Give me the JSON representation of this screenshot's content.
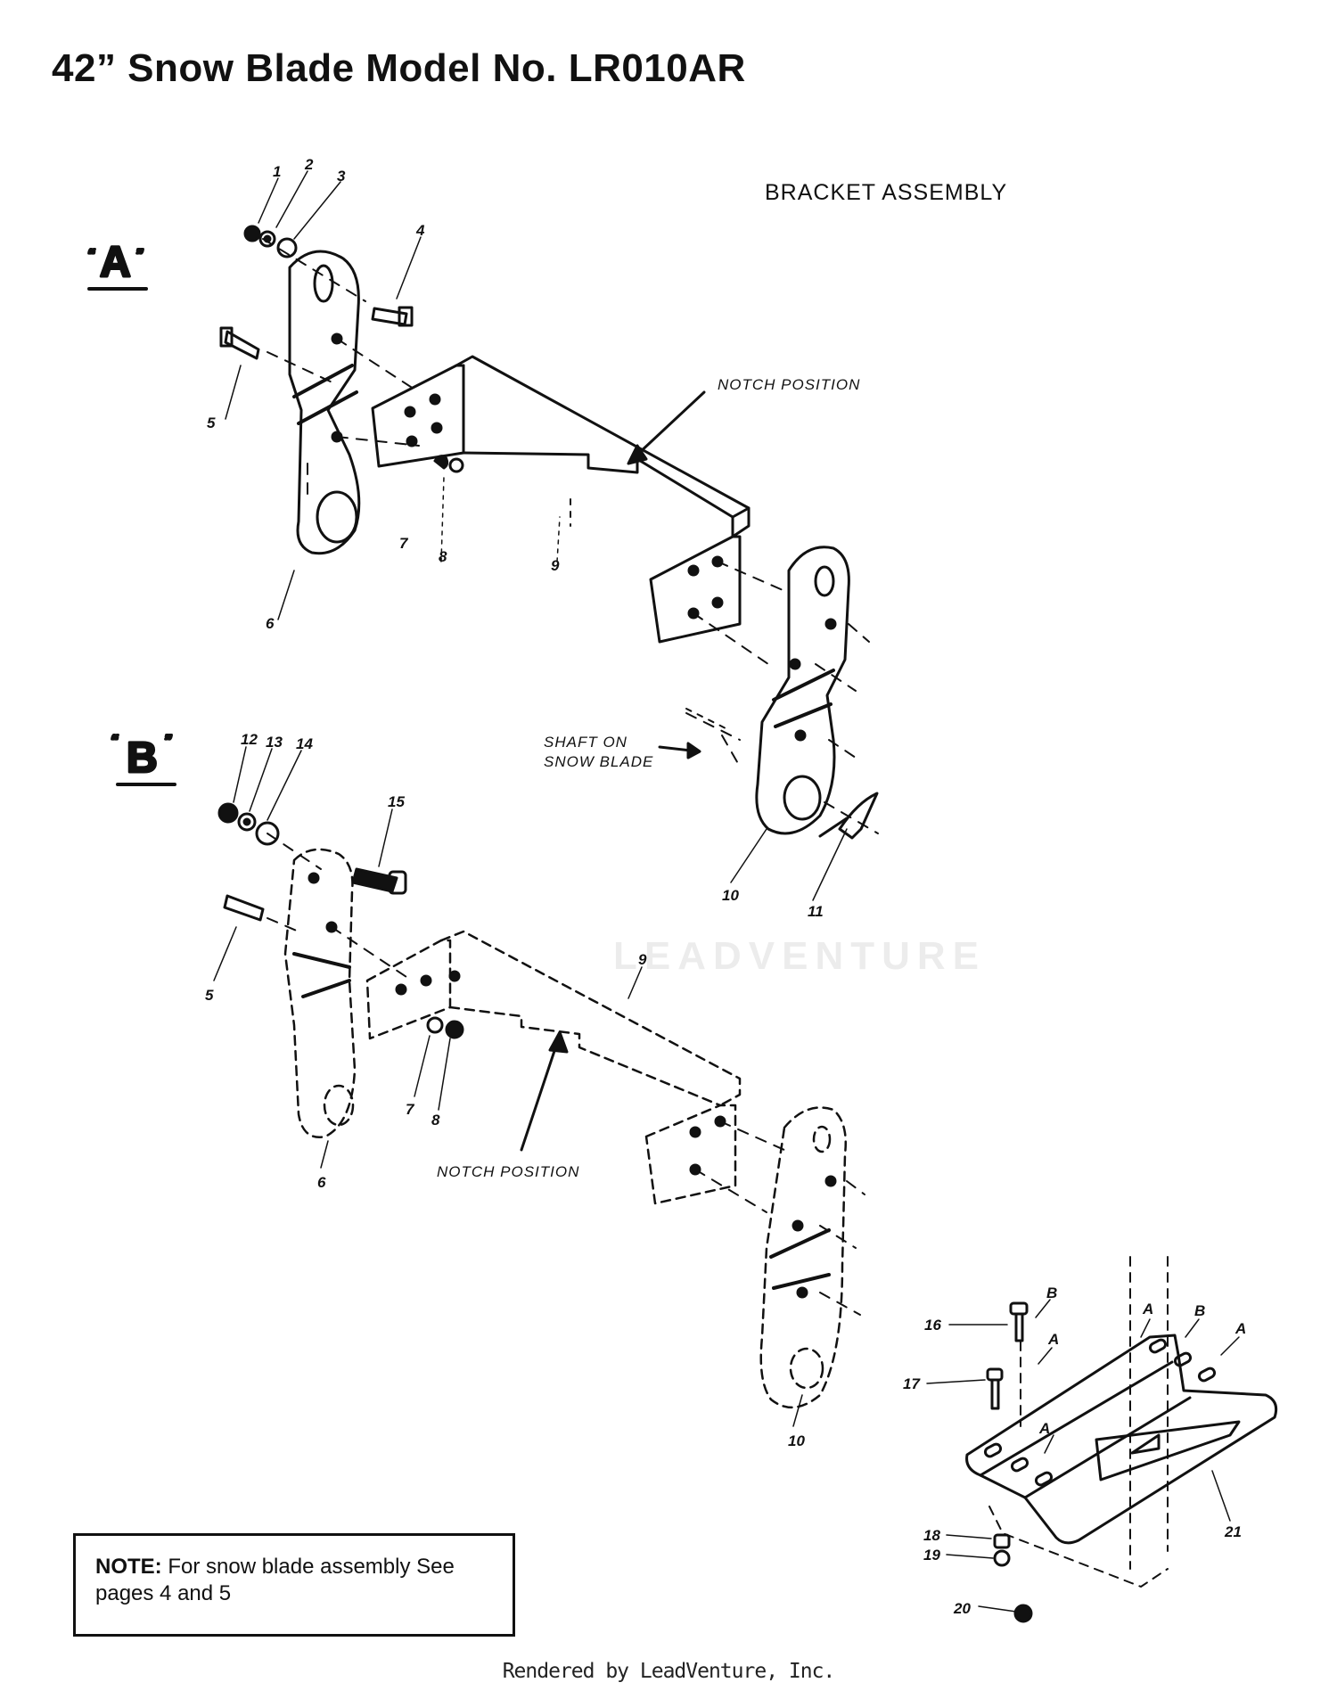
{
  "title": "42” Snow Blade Model No. LR010AR",
  "section_heading": "BRACKET ASSEMBLY",
  "views": [
    {
      "label": "A",
      "quote_open": "“",
      "quote_close": "”"
    },
    {
      "label": "B",
      "quote_open": "“",
      "quote_close": "”"
    }
  ],
  "callouts": {
    "notch_position_a": "NOTCH POSITION",
    "notch_position_b": "NOTCH POSITION",
    "shaft_line1": "SHAFT ON",
    "shaft_line2": "SNOW BLADE"
  },
  "part_numbers_a": [
    "1",
    "2",
    "3",
    "4",
    "5",
    "6",
    "7",
    "8",
    "9",
    "10",
    "11"
  ],
  "part_numbers_b": [
    "12",
    "13",
    "14",
    "15",
    "5",
    "7",
    "8",
    "6",
    "9",
    "10"
  ],
  "part_numbers_plate": [
    "16",
    "17",
    "18",
    "19",
    "20",
    "21"
  ],
  "hole_letters": [
    "B",
    "A",
    "A",
    "B",
    "A",
    "A"
  ],
  "note": {
    "label": "NOTE:",
    "line1": "For snow blade assembly See",
    "line2": "pages 4 and 5"
  },
  "footer": "Rendered by LeadVenture, Inc.",
  "watermark": "LEADVENTURE",
  "colors": {
    "ink": "#111111",
    "background": "#ffffff"
  }
}
